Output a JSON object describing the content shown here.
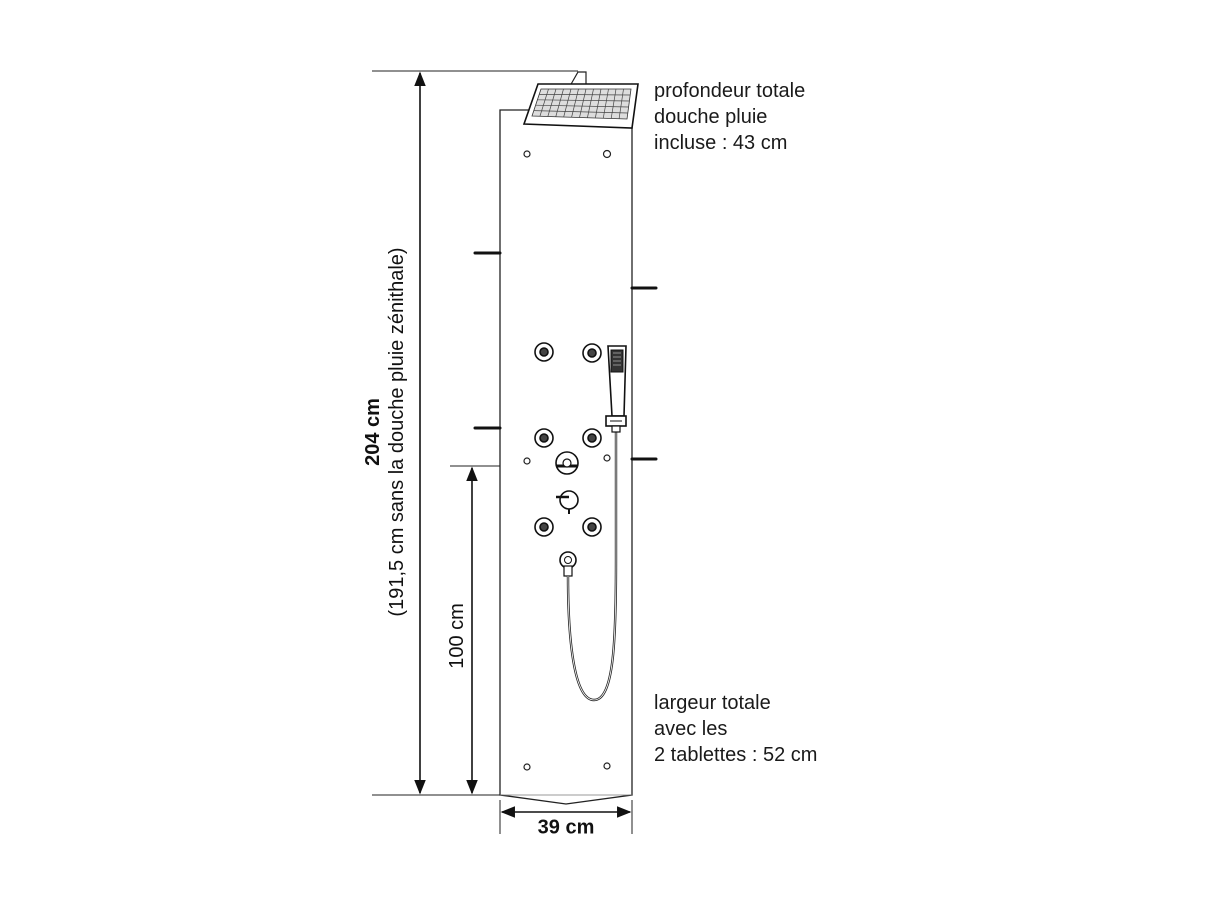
{
  "dimensions": {
    "total_height": "204 cm",
    "height_without_rain_shower": "(191,5 cm sans la douche pluie zénithale)",
    "mixer_height": "100 cm",
    "panel_width": "39 cm"
  },
  "notes": {
    "depth": [
      "profondeur totale",
      "douche pluie",
      "incluse : 43 cm"
    ],
    "width": [
      "largeur totale",
      "avec les",
      "2 tablettes : 52 cm"
    ]
  }
}
